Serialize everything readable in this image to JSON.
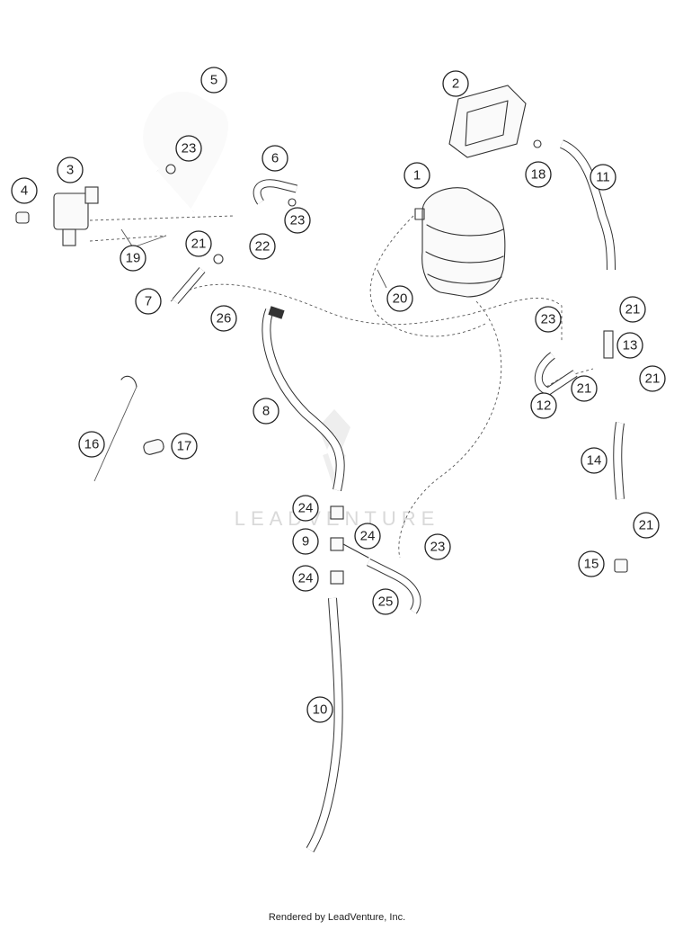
{
  "diagram": {
    "callouts": [
      "1",
      "2",
      "3",
      "4",
      "5",
      "6",
      "7",
      "8",
      "9",
      "10",
      "11",
      "12",
      "13",
      "14",
      "15",
      "16",
      "17",
      "18",
      "19",
      "20",
      "21",
      "22",
      "23",
      "24",
      "25",
      "26"
    ],
    "watermark": "LEADVENTURE",
    "footer": "Rendered by LeadVenture, Inc."
  }
}
